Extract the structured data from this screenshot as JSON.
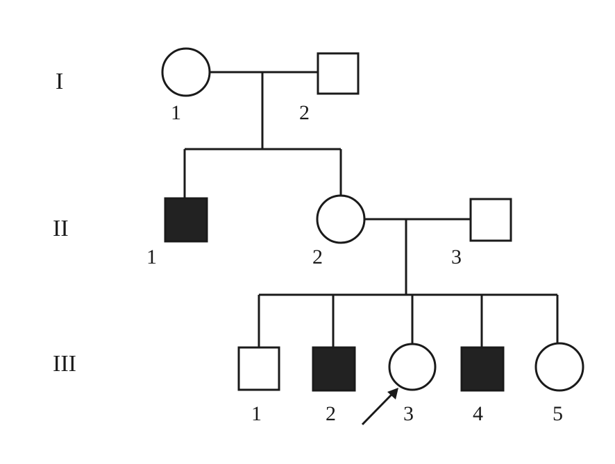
{
  "generations": [
    {
      "label": "I"
    },
    {
      "label": "II"
    },
    {
      "label": "III"
    }
  ],
  "individuals": [
    {
      "id": "I-1",
      "gen": 0,
      "number": "1",
      "sex": "female",
      "affected": false
    },
    {
      "id": "I-2",
      "gen": 0,
      "number": "2",
      "sex": "male",
      "affected": false
    },
    {
      "id": "II-1",
      "gen": 1,
      "number": "1",
      "sex": "male",
      "affected": true
    },
    {
      "id": "II-2",
      "gen": 1,
      "number": "2",
      "sex": "female",
      "affected": false
    },
    {
      "id": "II-3",
      "gen": 1,
      "number": "3",
      "sex": "male",
      "affected": false
    },
    {
      "id": "III-1",
      "gen": 2,
      "number": "1",
      "sex": "male",
      "affected": false
    },
    {
      "id": "III-2",
      "gen": 2,
      "number": "2",
      "sex": "male",
      "affected": true
    },
    {
      "id": "III-3",
      "gen": 2,
      "number": "3",
      "sex": "female",
      "affected": false,
      "proband": true
    },
    {
      "id": "III-4",
      "gen": 2,
      "number": "4",
      "sex": "male",
      "affected": true
    },
    {
      "id": "III-5",
      "gen": 2,
      "number": "5",
      "sex": "female",
      "affected": false
    }
  ],
  "matings": [
    {
      "partners": [
        "I-1",
        "I-2"
      ],
      "children": [
        "II-1",
        "II-2"
      ]
    },
    {
      "partners": [
        "II-2",
        "II-3"
      ],
      "children": [
        "III-1",
        "III-2",
        "III-3",
        "III-4",
        "III-5"
      ]
    }
  ],
  "colors": {
    "ink": "#1a1a1a",
    "affected_fill": "#222222",
    "unaffected_fill": "#ffffff",
    "background": "#ffffff"
  }
}
